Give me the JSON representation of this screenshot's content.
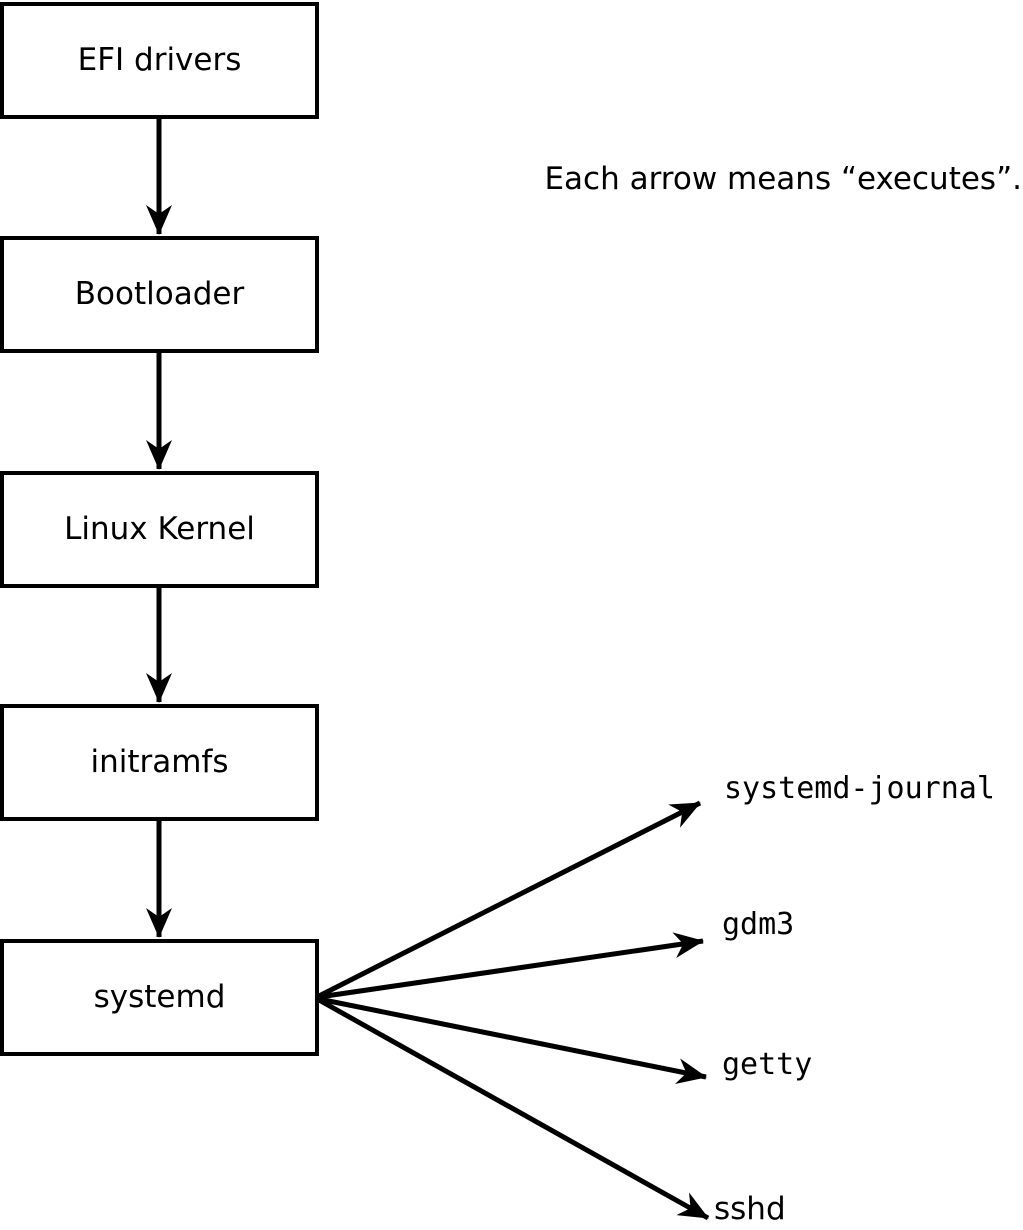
{
  "note": "Each arrow means “executes”.",
  "nodes": [
    {
      "label": "EFI drivers"
    },
    {
      "label": "Bootloader"
    },
    {
      "label": "Linux Kernel"
    },
    {
      "label": "initramfs"
    },
    {
      "label": "systemd"
    }
  ],
  "edges": [
    {
      "from": "EFI drivers",
      "to": "Bootloader",
      "meaning": "executes"
    },
    {
      "from": "Bootloader",
      "to": "Linux Kernel",
      "meaning": "executes"
    },
    {
      "from": "Linux Kernel",
      "to": "initramfs",
      "meaning": "executes"
    },
    {
      "from": "initramfs",
      "to": "systemd",
      "meaning": "executes"
    },
    {
      "from": "systemd",
      "to": "systemd-journal",
      "meaning": "executes"
    },
    {
      "from": "systemd",
      "to": "gdm3",
      "meaning": "executes"
    },
    {
      "from": "systemd",
      "to": "getty",
      "meaning": "executes"
    },
    {
      "from": "systemd",
      "to": "sshd",
      "meaning": "executes"
    }
  ],
  "processes": [
    {
      "label": "systemd-journal"
    },
    {
      "label": "gdm3"
    },
    {
      "label": "getty"
    },
    {
      "label": "sshd"
    }
  ],
  "colors": {
    "ink": "#000000",
    "background": "#ffffff"
  }
}
